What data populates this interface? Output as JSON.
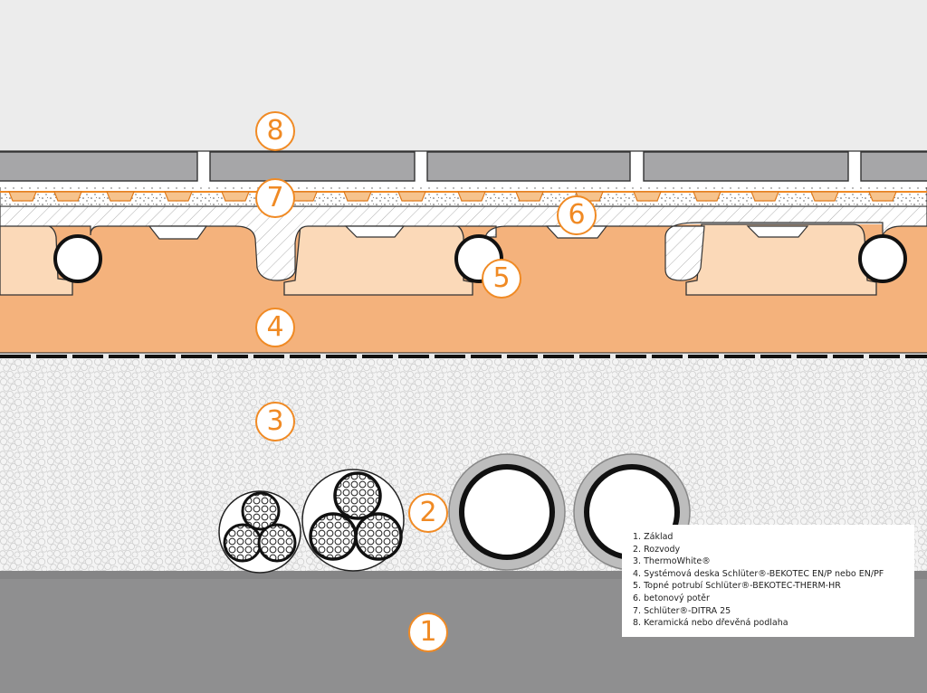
{
  "colors": {
    "background": "#ececec",
    "tile": "#a6a6a8",
    "grout": "#ffffff",
    "accent": "#f08a24",
    "board": "#f4b27c",
    "board_light": "#fbd9b8",
    "insulation": "#f3f3f3",
    "base": "#8f8f90"
  },
  "callouts": [
    {
      "num": "8"
    },
    {
      "num": "7"
    },
    {
      "num": "6"
    },
    {
      "num": "5"
    },
    {
      "num": "4"
    },
    {
      "num": "3"
    },
    {
      "num": "2"
    },
    {
      "num": "1"
    }
  ],
  "legend": [
    {
      "num": "1.",
      "text": "Základ"
    },
    {
      "num": "2.",
      "text": "Rozvody"
    },
    {
      "num": "3.",
      "text": "ThermoWhite®"
    },
    {
      "num": "4.",
      "text": "Systémová deska Schlüter®-BEKOTEC EN/P nebo EN/PF"
    },
    {
      "num": "5.",
      "text": "Topné potrubí Schlüter®-BEKOTEC-THERM-HR"
    },
    {
      "num": "6.",
      "text": "betonový potěr"
    },
    {
      "num": "7.",
      "text": "Schlüter®-DITRA 25"
    },
    {
      "num": "8.",
      "text": "Keramická nebo dřevěná podlaha"
    }
  ]
}
